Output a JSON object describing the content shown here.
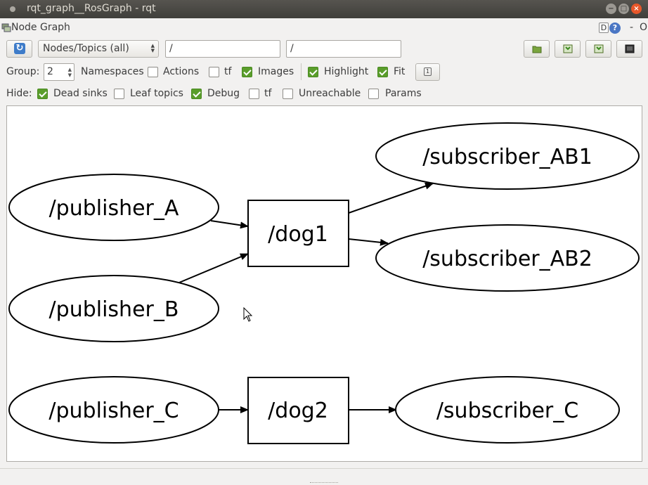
{
  "window": {
    "title": "rqt_graph__RosGraph - rqt",
    "buttons": {
      "minimize": "−",
      "maximize": "□",
      "close": "×"
    }
  },
  "dock": {
    "title": "Node Graph",
    "d_label": "D",
    "help_label": "?",
    "dash_label": "-",
    "o_label": "O"
  },
  "toolbar": {
    "refresh_icon": "↻",
    "graph_type": "Nodes/Topics (all)",
    "namespace_filter": "/",
    "topic_filter": "/",
    "icons": [
      "load-dot-icon",
      "save-dot-icon",
      "save-svg-icon",
      "save-image-icon"
    ]
  },
  "options": {
    "group_label": "Group:",
    "group_value": "2",
    "namespaces": {
      "label": "Namespaces",
      "checked": false
    },
    "actions": {
      "label": "Actions",
      "checked": false
    },
    "tf": {
      "label": "tf",
      "checked": false
    },
    "images": {
      "label": "Images",
      "checked": true
    },
    "highlight": {
      "label": "Highlight",
      "checked": true
    },
    "fit": {
      "label": "Fit",
      "checked": true
    },
    "scale_icon": "1"
  },
  "hide": {
    "label": "Hide:",
    "dead_sinks": {
      "label": "Dead sinks",
      "checked": true
    },
    "leaf_topics": {
      "label": "Leaf topics",
      "checked": false
    },
    "debug": {
      "label": "Debug",
      "checked": true
    },
    "tf": {
      "label": "tf",
      "checked": false
    },
    "unreachable": {
      "label": "Unreachable",
      "checked": false
    },
    "params": {
      "label": "Params",
      "checked": false
    }
  },
  "graph": {
    "nodes": {
      "publisher_A": "/publisher_A",
      "publisher_B": "/publisher_B",
      "publisher_C": "/publisher_C",
      "dog1": "/dog1",
      "dog2": "/dog2",
      "subscriber_AB1": "/subscriber_AB1",
      "subscriber_AB2": "/subscriber_AB2",
      "subscriber_C": "/subscriber_C"
    },
    "edges": [
      [
        "publisher_A",
        "dog1"
      ],
      [
        "publisher_B",
        "dog1"
      ],
      [
        "dog1",
        "subscriber_AB1"
      ],
      [
        "dog1",
        "subscriber_AB2"
      ],
      [
        "publisher_C",
        "dog2"
      ],
      [
        "dog2",
        "subscriber_C"
      ]
    ]
  }
}
